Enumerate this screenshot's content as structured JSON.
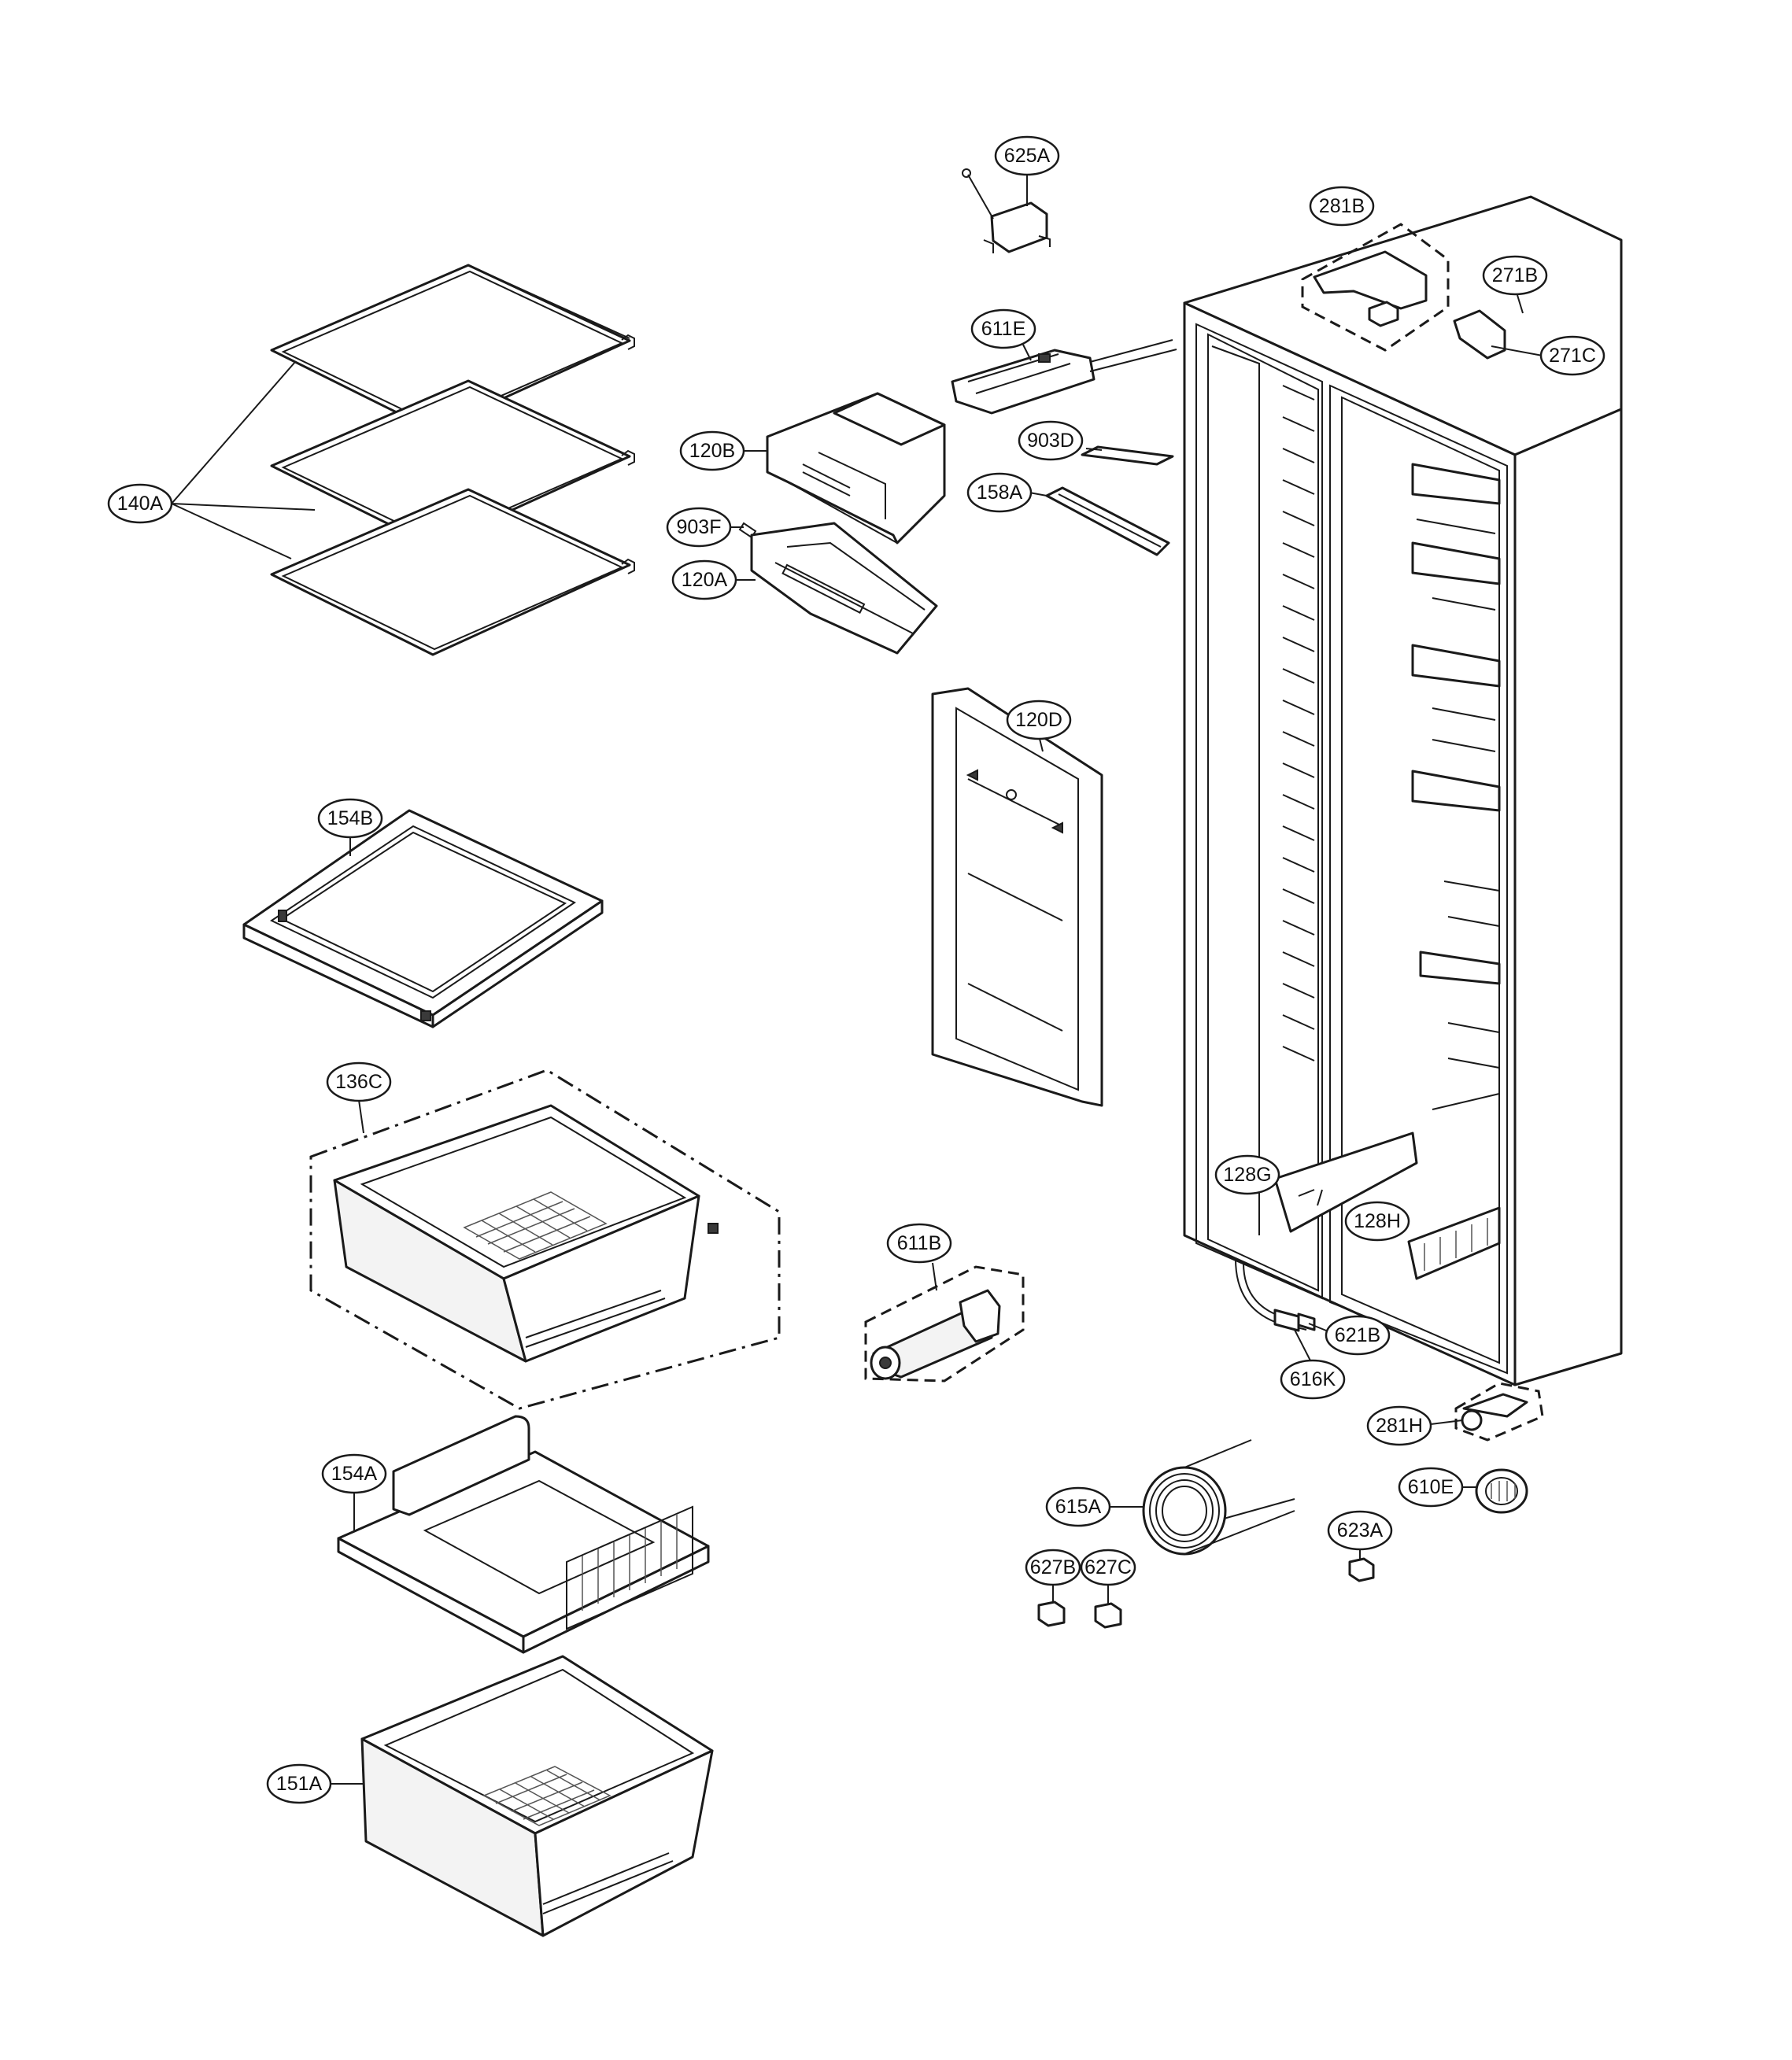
{
  "labels": {
    "p140A": "140A",
    "p154B": "154B",
    "p136C": "136C",
    "p154A": "154A",
    "p151A": "151A",
    "p120B": "120B",
    "p903F": "903F",
    "p120A": "120A",
    "p625A": "625A",
    "p611E": "611E",
    "p903D": "903D",
    "p158A": "158A",
    "p120D": "120D",
    "p611B": "611B",
    "p281B": "281B",
    "p271B": "271B",
    "p271C": "271C",
    "p128G": "128G",
    "p128H": "128H",
    "p621B": "621B",
    "p616K": "616K",
    "p281H": "281H",
    "p610E": "610E",
    "p615A": "615A",
    "p623A": "623A",
    "p627B": "627B",
    "p627C": "627C"
  },
  "colors": {
    "line": "#1a1a1a",
    "background": "#ffffff"
  }
}
